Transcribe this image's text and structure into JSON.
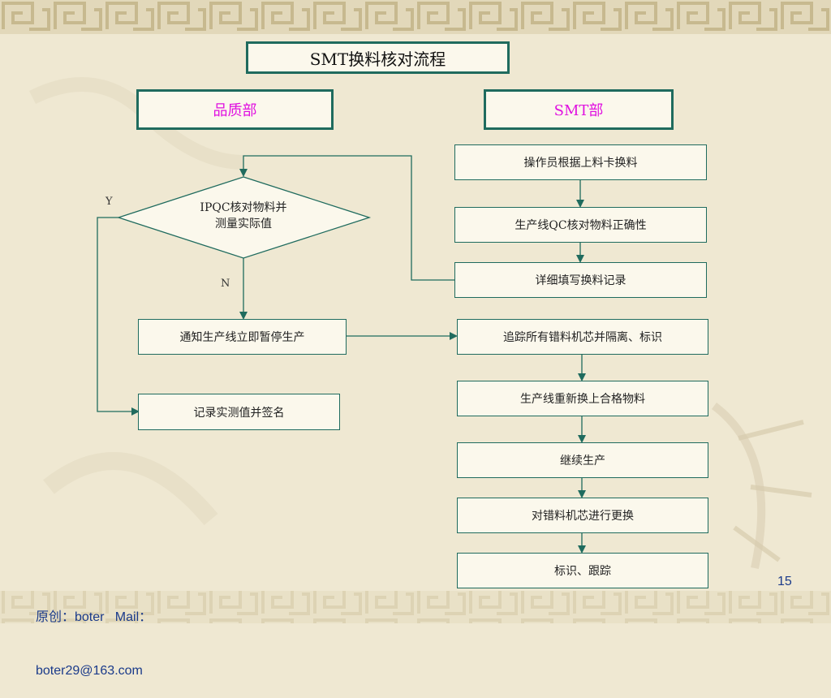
{
  "title": "SMT换料核对流程",
  "departments": {
    "quality": "品质部",
    "smt": "SMT部"
  },
  "left": {
    "decision_line1": "IPQC核对物料并",
    "decision_line2": "测量实际值",
    "yes_label": "Y",
    "no_label": "N",
    "notify": "通知生产线立即暂停生产",
    "record": "记录实测值并签名"
  },
  "right": {
    "step1": "操作员根据上料卡换料",
    "step2": "生产线QC核对物料正确性",
    "step3": "详细填写换料记录",
    "step4": "追踪所有错料机芯并隔离、标识",
    "step5": "生产线重新换上合格物料",
    "step6": "继续生产",
    "step7": "对错料机芯进行更换",
    "step8": "标识、跟踪"
  },
  "footer": {
    "author_line1": "原创：boter   Mail：",
    "author_line2": "boter29@163.com",
    "page_number": "15"
  },
  "colors": {
    "border": "#1f6b5e",
    "department_text": "#e010e0",
    "footer_text": "#1a3a8a",
    "background": "#efe8d2"
  }
}
